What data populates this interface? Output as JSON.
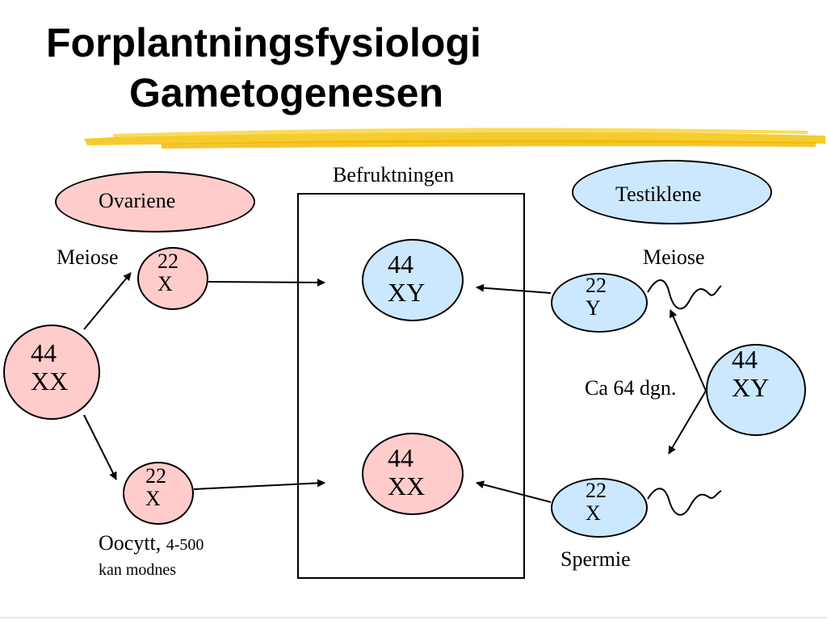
{
  "title": {
    "line1": "Forplantningsfysiologi",
    "line2": "Gametogenesen"
  },
  "labels": {
    "fertilization": "Befruktningen",
    "ovaries": "Ovariene",
    "testes": "Testiklene",
    "meiosis_left": "Meiose",
    "meiosis_right": "Meiose",
    "duration": "Ca 64 dgn.",
    "oocyte_main": "Oocytt,",
    "oocyte_count": "4-500",
    "oocyte_note": "kan modnes",
    "sperm": "Spermie"
  },
  "cells": {
    "mother": {
      "line1": "44",
      "line2": "XX"
    },
    "egg_top": {
      "line1": "22",
      "line2": "X"
    },
    "egg_bottom": {
      "line1": "22",
      "line2": "X"
    },
    "zygote_male": {
      "line1": "44",
      "line2": "XY"
    },
    "zygote_female": {
      "line1": "44",
      "line2": "XX"
    },
    "sperm_y": {
      "line1": "22",
      "line2": "Y"
    },
    "sperm_x": {
      "line1": "22",
      "line2": "X"
    },
    "father": {
      "line1": "44",
      "line2": "XY"
    }
  },
  "colors": {
    "female_fill": "#ffcccc",
    "male_fill": "#cce8ff",
    "highlight": "#f5c518"
  }
}
